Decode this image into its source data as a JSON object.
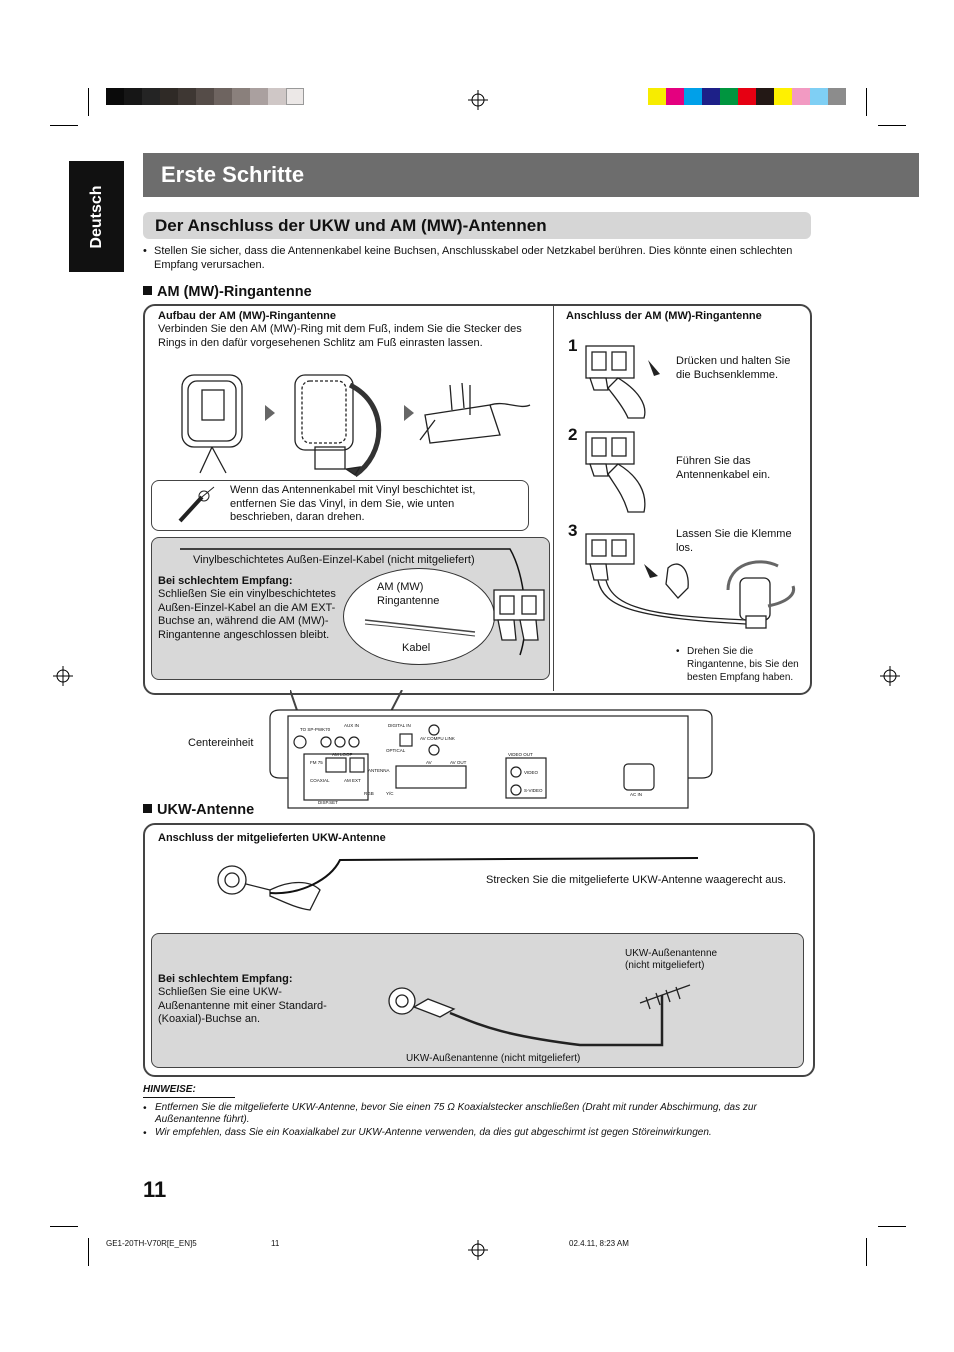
{
  "sidebar": {
    "language": "Deutsch"
  },
  "header": {
    "title": "Erste Schritte"
  },
  "section": {
    "title": "Der Anschluss der UKW und AM (MW)-Antennen",
    "bullet": "Stellen Sie sicher, dass die Antennenkabel keine Buchsen, Anschlusskabel oder Netzkabel berühren. Dies könnte einen schlechten Empfang verursachen."
  },
  "am": {
    "heading": "AM (MW)-Ringantenne",
    "assembly_title": "Aufbau der AM (MW)-Ringantenne",
    "assembly_text": "Verbinden Sie den AM (MW)-Ring mit dem Fuß, indem Sie die Stecker des Rings in den dafür vorgesehenen Schlitz am Fuß einrasten lassen.",
    "vinyl_note": "Wenn das Antennenkabel mit Vinyl beschichtet ist, entfernen Sie das Vinyl, in dem Sie, wie unten beschrieben, daran drehen.",
    "ext_cable_label": "Vinylbeschichtetes Außen-Einzel-Kabel (nicht mitgeliefert)",
    "poor_title": "Bei schlechtem Empfang:",
    "poor_text": "Schließen Sie ein vinylbeschichtetes Außen-Einzel-Kabel an die AM EXT-Buchse an, während die AM (MW)-Ringantenne angeschlossen bleibt.",
    "ring_label": "AM (MW) Ringantenne",
    "cable_label": "Kabel",
    "connect_title": "Anschluss der AM (MW)-Ringantenne",
    "steps": [
      {
        "num": "1",
        "text": "Drücken und halten Sie die Buchsenklemme."
      },
      {
        "num": "2",
        "text": "Führen Sie das Antennenkabel ein."
      },
      {
        "num": "3",
        "text": "Lassen Sie die Klemme los."
      }
    ],
    "rotate_note": "Drehen Sie die Ringantenne, bis Sie den besten Empfang haben."
  },
  "unit": {
    "label": "Centereinheit",
    "panel_labels": [
      "TO SP-PWK70",
      "AUX IN",
      "DIGITAL IN",
      "AV COMPU LINK",
      "OPTICAL",
      "FM 75",
      "AM LOOP",
      "AM EXT",
      "ANTENNA",
      "COAXIAL",
      "DISP.SET",
      "RGB",
      "Y/C",
      "AV",
      "AV OUT",
      "VIDEO OUT",
      "VIDEO",
      "S-VIDEO",
      "AC IN"
    ]
  },
  "fm": {
    "heading": "UKW-Antenne",
    "connect_title": "Anschluss der mitgelieferten UKW-Antenne",
    "stretch_text": "Strecken Sie die mitgelieferte UKW-Antenne waagerecht aus.",
    "poor_title": "Bei schlechtem Empfang:",
    "poor_text": "Schließen Sie eine UKW-Außenantenne mit einer Standard-(Koaxial)-Buchse an.",
    "outdoor_label": "UKW-Außenantenne (nicht mitgeliefert)",
    "outdoor_label_top": "UKW-Außenantenne (nicht mitgeliefert)"
  },
  "notes": {
    "title": "HINWEISE:",
    "items": [
      "Entfernen Sie die mitgelieferte UKW-Antenne, bevor Sie einen 75 Ω Koaxialstecker anschließen (Draht mit runder Abschirmung, das zur Außenantenne führt).",
      "Wir empfehlen, dass Sie ein Koaxialkabel zur UKW-Antenne verwenden, da dies gut abgeschirmt ist gegen Störeinwirkungen."
    ]
  },
  "footer": {
    "page_number": "11",
    "file": "GE1-20TH-V70R[E_EN]5",
    "page": "11",
    "date": "02.4.11, 8:23 AM"
  },
  "colors": {
    "grayscale_strip": [
      "#0a0a0a",
      "#161616",
      "#242424",
      "#2f2a26",
      "#3e3733",
      "#554c48",
      "#6e6460",
      "#8a807c",
      "#aaa09f",
      "#cfc7c6",
      "#ece8e7"
    ],
    "color_strip": [
      "#f7ec00",
      "#e4007f",
      "#00a0e9",
      "#1d2088",
      "#00953f",
      "#e60012",
      "#231815",
      "#fff100",
      "#f29ac2",
      "#7fcff4",
      "#8c8c8c"
    ]
  }
}
